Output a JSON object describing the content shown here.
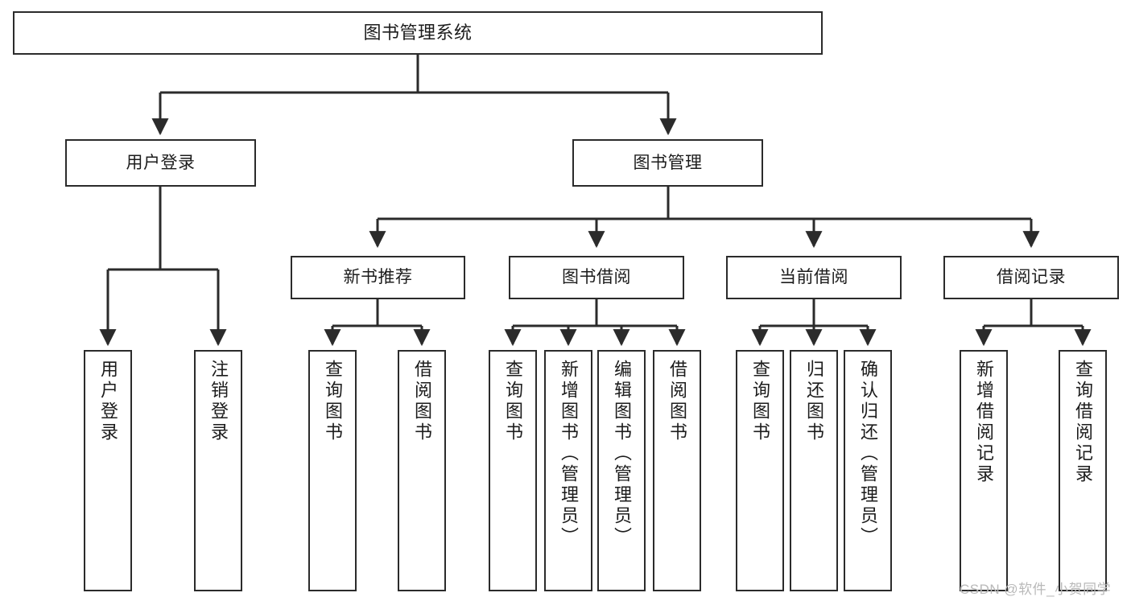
{
  "diagram": {
    "title": "图书管理系统",
    "type": "hierarchy-tree",
    "orientation": "top-down",
    "colors": {
      "box_border": "#2b2b2b",
      "box_fill": "#ffffff",
      "edge": "#2b2b2b",
      "text": "#1c1c1c",
      "watermark": "#b9b9b9",
      "background": "#ffffff"
    },
    "nodes": {
      "root": {
        "label": "图书管理系统"
      },
      "level2": [
        {
          "label": "用户登录"
        },
        {
          "label": "图书管理"
        }
      ],
      "level3": [
        {
          "label": "新书推荐"
        },
        {
          "label": "图书借阅"
        },
        {
          "label": "当前借阅"
        },
        {
          "label": "借阅记录"
        }
      ],
      "leaves_user_login": [
        {
          "label": "用户登录"
        },
        {
          "label": "注销登录"
        }
      ],
      "leaves_new_book": [
        {
          "label": "查询图书"
        },
        {
          "label": "借阅图书"
        }
      ],
      "leaves_borrow": [
        {
          "label": "查询图书"
        },
        {
          "label": "新增图书（管理员）"
        },
        {
          "label": "编辑图书（管理员）"
        },
        {
          "label": "借阅图书"
        }
      ],
      "leaves_current": [
        {
          "label": "查询图书"
        },
        {
          "label": "归还图书"
        },
        {
          "label": "确认归还（管理员）"
        }
      ],
      "leaves_records": [
        {
          "label": "新增借阅记录"
        },
        {
          "label": "查询借阅记录"
        }
      ]
    },
    "watermark": "CSDN @软件_小贺同学"
  }
}
